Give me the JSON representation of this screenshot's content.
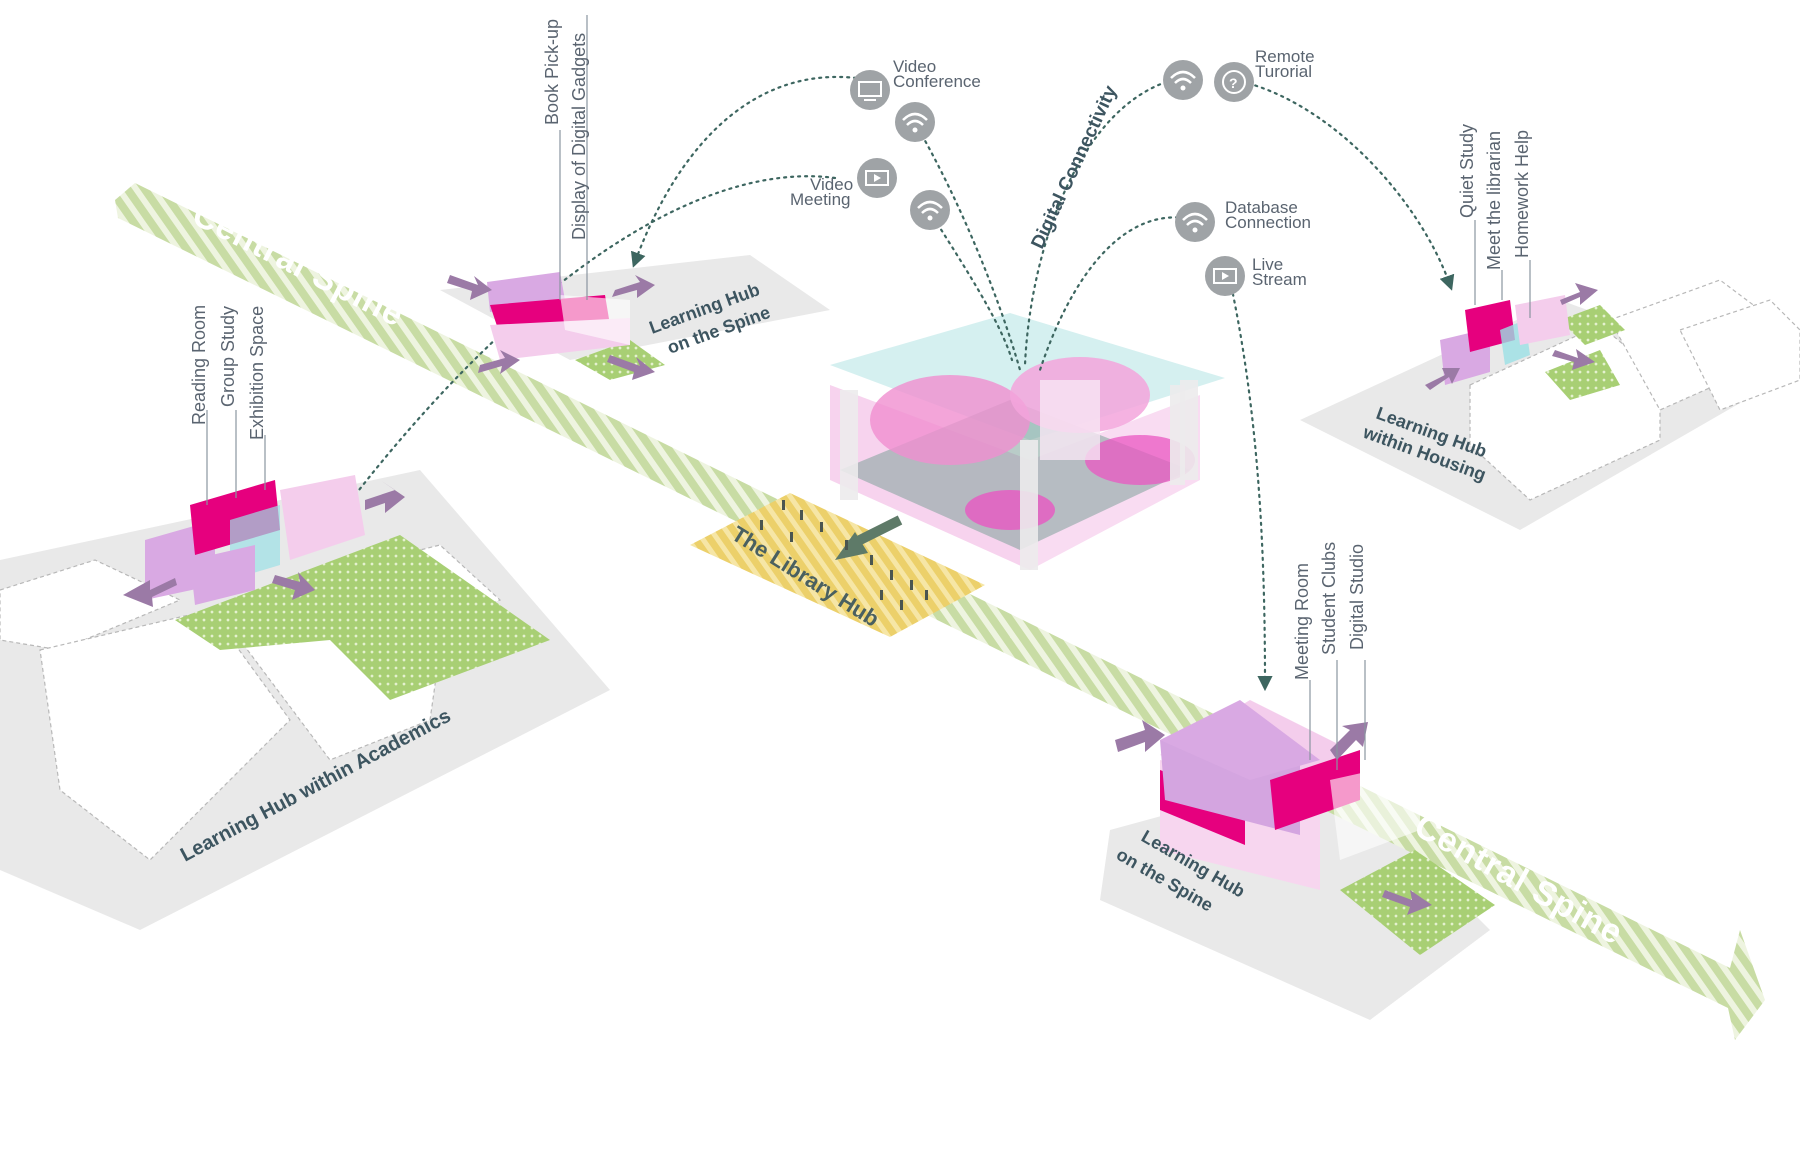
{
  "spine": {
    "label_upper": "Central Spine",
    "label_lower": "Central Spine"
  },
  "center": {
    "title": "The Library Hub",
    "connectivity_label": "Digital Connectivity"
  },
  "digital_services": [
    {
      "id": "video-conference",
      "label_line1": "Video",
      "label_line2": "Conference",
      "icon": "monitor-icon"
    },
    {
      "id": "video-meeting",
      "label_line1": "Video",
      "label_line2": "Meeting",
      "icon": "play-icon"
    },
    {
      "id": "remote-tutorial",
      "label_line1": "Remote",
      "label_line2": "Turorial",
      "icon": "question-icon"
    },
    {
      "id": "database-connection",
      "label_line1": "Database",
      "label_line2": "Connection",
      "icon": "wifi-icon"
    },
    {
      "id": "live-stream",
      "label_line1": "Live",
      "label_line2": "Stream",
      "icon": "play-icon"
    }
  ],
  "hubs": {
    "academics": {
      "title": "Learning Hub  within Academics",
      "functions": [
        "Reading Room",
        "Group Study",
        "Exhibition Space"
      ]
    },
    "spine_upper": {
      "title_line1": "Learning Hub",
      "title_line2": "on the Spine",
      "functions": [
        "Book Pick-up",
        "Display of Digital Gadgets"
      ]
    },
    "housing": {
      "title_line1": "Learning Hub",
      "title_line2": "within Housing",
      "functions": [
        "Quiet Study",
        "Meet the librarian",
        "Homework Help"
      ]
    },
    "spine_lower": {
      "title_line1": "Learning Hub",
      "title_line2": "on the Spine",
      "functions": [
        "Meeting Room",
        "Student Clubs",
        "Digital Studio"
      ]
    }
  },
  "colors": {
    "spine_green": "#c5dba2",
    "plaza_yellow": "#efd36a",
    "magenta": "#e6007e",
    "light_magenta": "#f0b8e4",
    "lilac": "#d4a5e0",
    "arrow_purple": "#9b7aa6",
    "ground_grey": "#e9e9e9",
    "path_teal": "#3d6660"
  }
}
